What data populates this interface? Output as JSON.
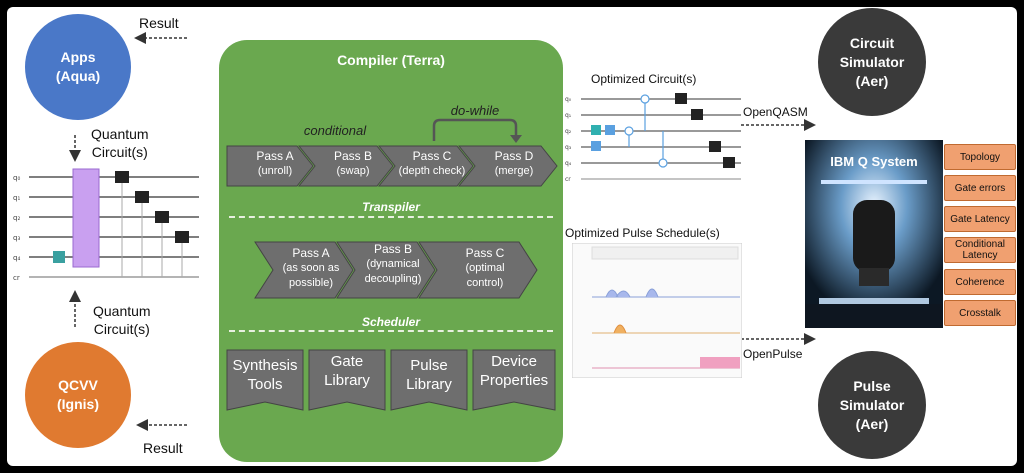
{
  "apps": {
    "line1": "Apps",
    "line2": "(Aqua)"
  },
  "qcvv": {
    "line1": "QCVV",
    "line2": "(Ignis)"
  },
  "circuit_sim": {
    "line1": "Circuit",
    "line2": "Simulator",
    "line3": "(Aer)"
  },
  "pulse_sim": {
    "line1": "Pulse",
    "line2": "Simulator",
    "line3": "(Aer)"
  },
  "result_top": "Result",
  "result_bottom": "Result",
  "qc_top": {
    "line1": "Quantum",
    "line2": "Circuit(s)"
  },
  "qc_bottom": {
    "line1": "Quantum",
    "line2": "Circuit(s)"
  },
  "compiler": {
    "title": "Compiler (Terra)",
    "conditional": "conditional",
    "do_while": "do-while",
    "transpiler": "Transpiler",
    "scheduler": "Scheduler",
    "transpiler_passes": [
      {
        "name": "Pass A",
        "sub": "(unroll)"
      },
      {
        "name": "Pass B",
        "sub": "(swap)"
      },
      {
        "name": "Pass C",
        "sub": "(depth check)"
      },
      {
        "name": "Pass D",
        "sub": "(merge)"
      }
    ],
    "scheduler_passes": [
      {
        "name": "Pass A",
        "sub1": "(as soon as",
        "sub2": "possible)"
      },
      {
        "name": "Pass B",
        "sub1": "(dynamical",
        "sub2": "decoupling)"
      },
      {
        "name": "Pass C",
        "sub1": "(optimal",
        "sub2": "control)"
      }
    ],
    "libraries": [
      {
        "l1": "Synthesis",
        "l2": "Tools"
      },
      {
        "l1": "Gate",
        "l2": "Library"
      },
      {
        "l1": "Pulse",
        "l2": "Library"
      },
      {
        "l1": "Device",
        "l2": "Properties"
      }
    ]
  },
  "optimized_circuits": "Optimized Circuit(s)",
  "optimized_pulse": "Optimized Pulse Schedule(s)",
  "openqasm": "OpenQASM",
  "openpulse": "OpenPulse",
  "ibmq": {
    "title": "IBM Q System",
    "properties": [
      "Topology",
      "Gate errors",
      "Gate Latency",
      "Conditional Latency",
      "Coherence",
      "Crosstalk"
    ]
  },
  "qubit_labels": [
    "q₀",
    "q₁",
    "q₂",
    "q₃",
    "q₄",
    "cr"
  ],
  "colors": {
    "apps": "#4a78c8",
    "qcvv": "#e07a30",
    "sim": "#3a3a3a",
    "compiler": "#6aa84f",
    "chevron": "#6e6e6e",
    "property": "#f0a070"
  }
}
